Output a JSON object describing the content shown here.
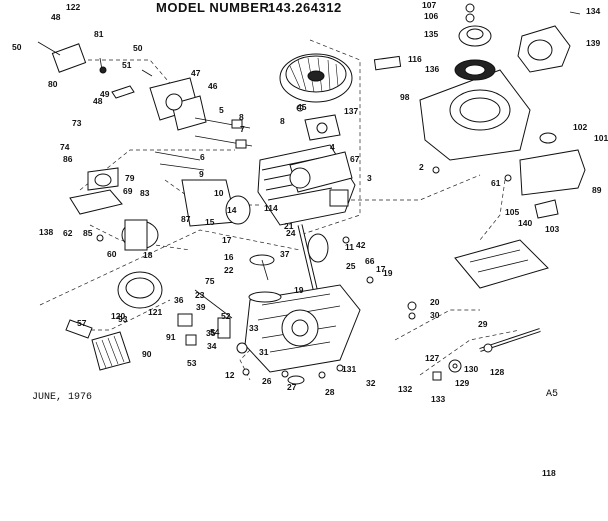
{
  "header": {
    "model_label": "MODEL NUMBER:",
    "model_number": "143.264312"
  },
  "footer": {
    "date": "JUNE, 1976",
    "code": "A5"
  },
  "callouts": [
    "122",
    "48",
    "50",
    "81",
    "80",
    "49",
    "48",
    "51",
    "50",
    "47",
    "46",
    "5",
    "8",
    "7",
    "45",
    "137",
    "116",
    "136",
    "135",
    "107",
    "106",
    "134",
    "139",
    "98",
    "102",
    "101",
    "73",
    "74",
    "86",
    "79",
    "69",
    "83",
    "138",
    "62",
    "85",
    "60",
    "87",
    "15",
    "14",
    "10",
    "9",
    "6",
    "8",
    "67",
    "4",
    "3",
    "2",
    "61",
    "89",
    "105",
    "140",
    "103",
    "114",
    "17",
    "16",
    "21",
    "24",
    "42",
    "37",
    "18",
    "22",
    "75",
    "19",
    "23",
    "39",
    "36",
    "93",
    "121",
    "120",
    "57",
    "90",
    "91",
    "53",
    "54",
    "52",
    "34",
    "33",
    "35",
    "31",
    "25",
    "11",
    "66",
    "17",
    "19",
    "20",
    "30",
    "29",
    "128",
    "127",
    "132",
    "133",
    "129",
    "130",
    "131",
    "32",
    "28",
    "27",
    "26",
    "12",
    "118"
  ]
}
